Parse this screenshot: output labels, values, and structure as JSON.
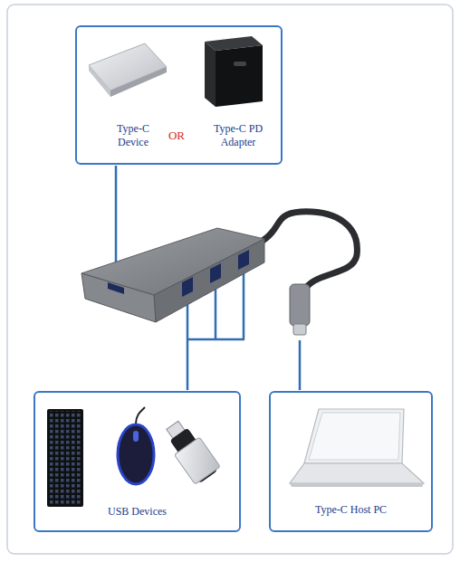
{
  "diagram": {
    "nodes": [
      {
        "text": [
          "Type-C Device",
          "OR",
          "Type-C PD Adapter"
        ]
      },
      {
        "text": [
          "USB Devices"
        ]
      },
      {
        "text": [
          "Type-C Host PC"
        ]
      }
    ]
  }
}
